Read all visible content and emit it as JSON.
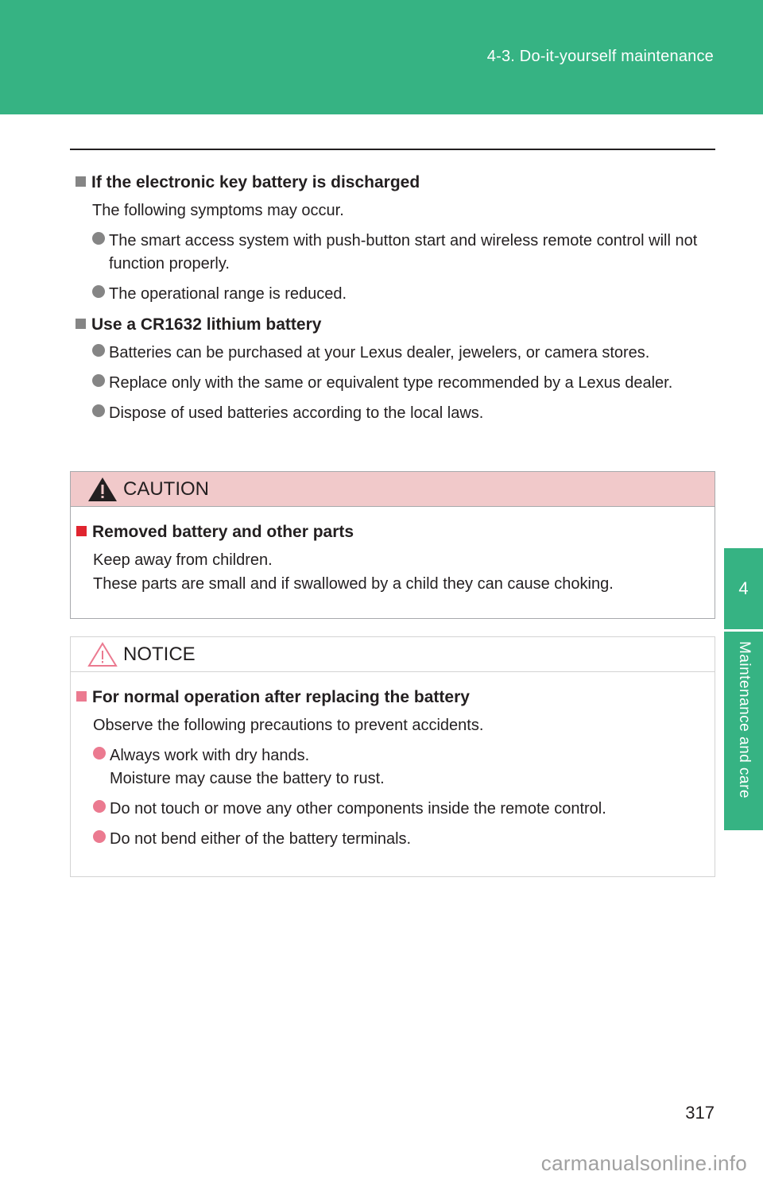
{
  "header": {
    "section": "4-3. Do-it-yourself maintenance"
  },
  "side_tab": {
    "number": "4",
    "label": "Maintenance and care"
  },
  "main": {
    "block1": {
      "heading": "If the electronic key battery is discharged",
      "intro": "The following symptoms may occur.",
      "bullets": [
        "The smart access system with push-button start and wireless remote control will not function properly.",
        "The operational range is reduced."
      ]
    },
    "block2": {
      "heading": "Use a CR1632 lithium battery",
      "bullets": [
        "Batteries can be purchased at your Lexus dealer, jewelers, or camera stores.",
        "Replace only with the same or equivalent type recommended by a Lexus dealer.",
        "Dispose of used batteries according to the local laws."
      ]
    }
  },
  "caution": {
    "title": "CAUTION",
    "heading": "Removed battery and other parts",
    "lines": [
      "Keep away from children.",
      "These parts are small and if swallowed by a child they can cause choking."
    ]
  },
  "notice": {
    "title": "NOTICE",
    "heading": "For normal operation after replacing the battery",
    "intro": "Observe the following precautions to prevent accidents.",
    "bullets": [
      {
        "line1": "Always work with dry hands.",
        "line2": "Moisture may cause the battery to rust."
      },
      {
        "line1": "Do not touch or move any other components inside the remote control.",
        "line2": ""
      },
      {
        "line1": "Do not bend either of the battery terminals.",
        "line2": ""
      }
    ]
  },
  "page_number": "317",
  "watermark": "carmanualsonline.info",
  "colors": {
    "accent_green": "#36b383",
    "caution_band": "#f1c9ca",
    "caution_red": "#e0242f",
    "notice_pink": "#eb7a90"
  },
  "icons": {
    "caution": "warning-triangle-filled-icon",
    "notice": "warning-triangle-outline-icon"
  }
}
